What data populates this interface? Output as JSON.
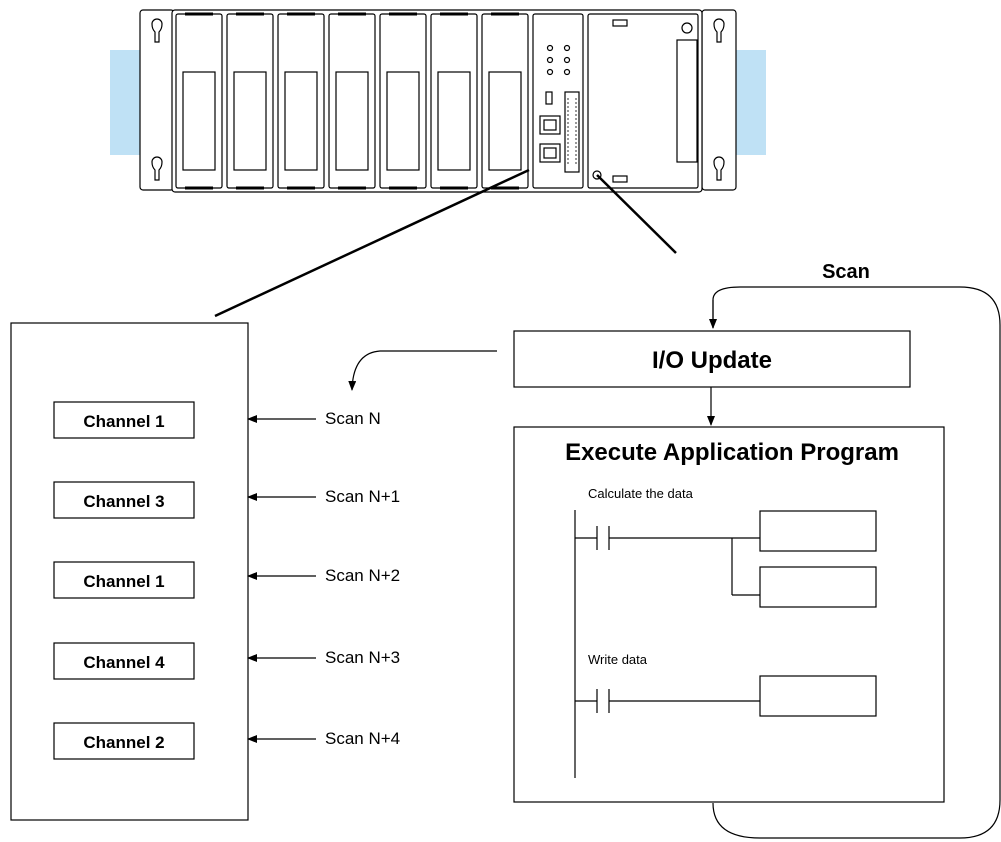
{
  "diagram": {
    "scan_label": "Scan",
    "io_update_label": "I/O Update",
    "execute_label": "Execute Application Program",
    "ladder": {
      "rung1_label": "Calculate the data",
      "rung2_label": "Write data"
    },
    "channels": [
      {
        "label": "Channel 1",
        "scan": "Scan N"
      },
      {
        "label": "Channel 3",
        "scan": "Scan N+1"
      },
      {
        "label": "Channel 1",
        "scan": "Scan N+2"
      },
      {
        "label": "Channel 4",
        "scan": "Scan N+3"
      },
      {
        "label": "Channel 2",
        "scan": "Scan N+4"
      }
    ],
    "colors": {
      "line": "#000000",
      "din_rail": "#bfe1f5",
      "background": "#ffffff"
    }
  }
}
